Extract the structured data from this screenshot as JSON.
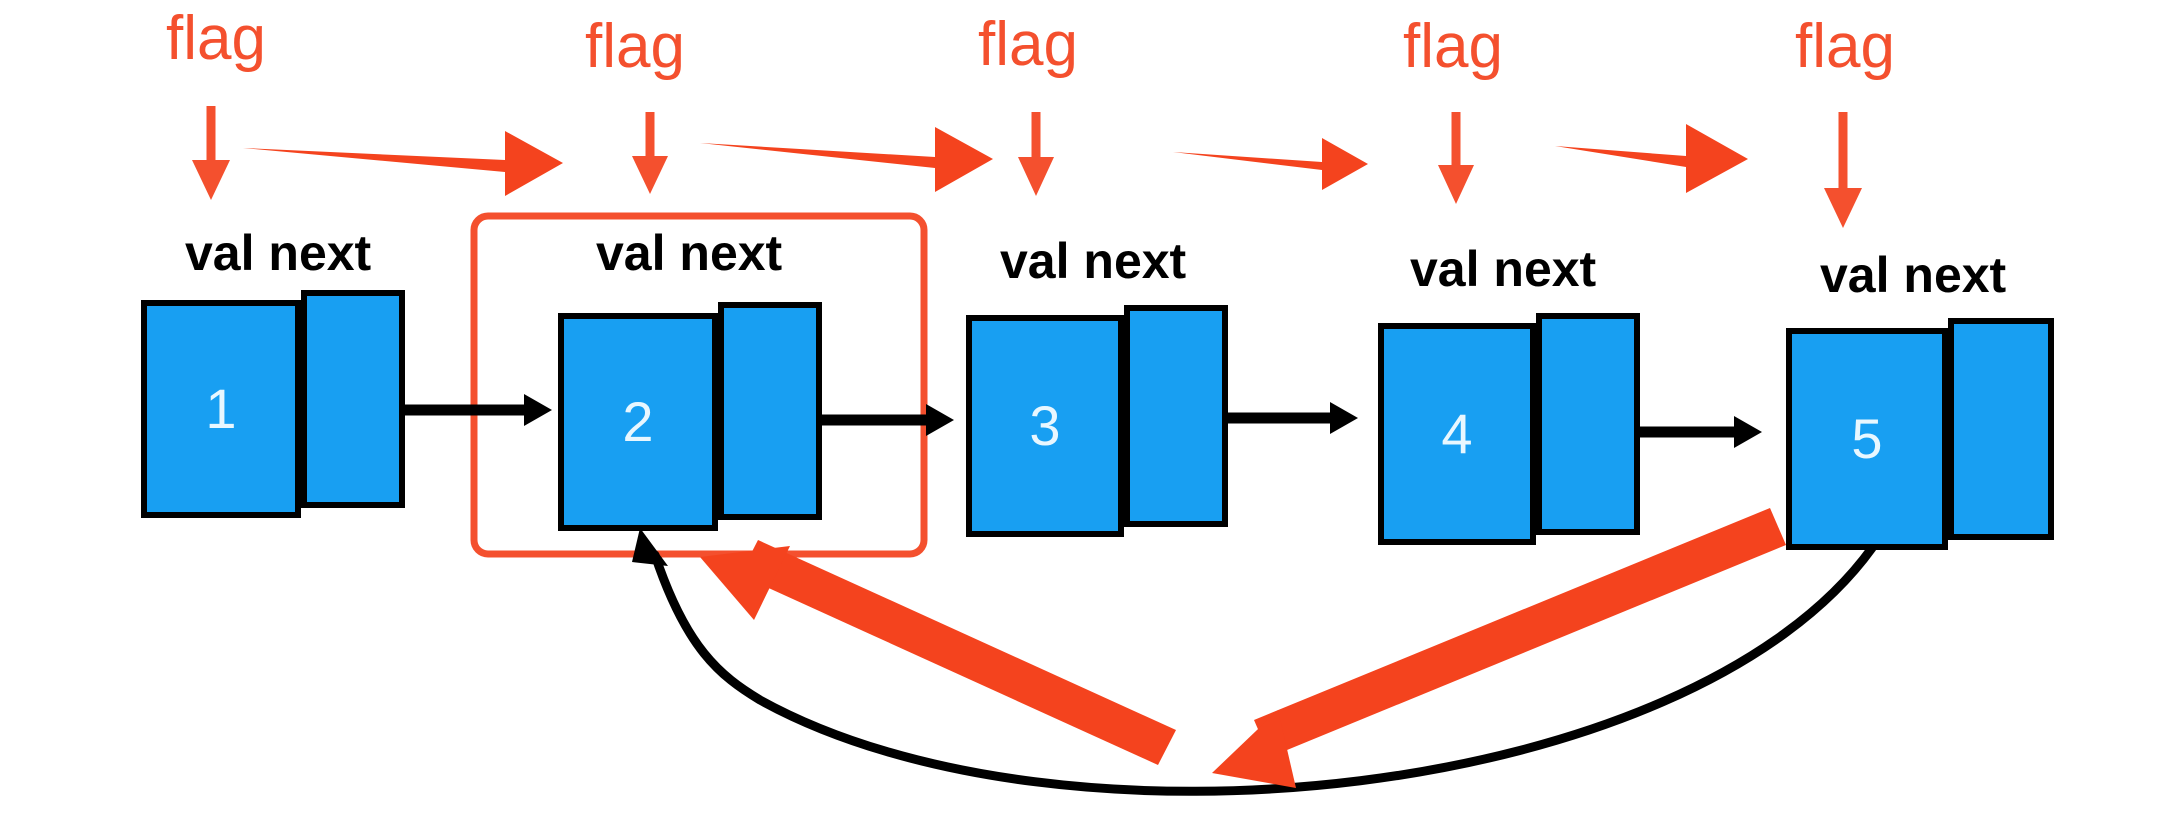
{
  "diagram": {
    "title": "Singly linked list with flag pointers and cycle back-edge",
    "background_color": "#FFFFFF",
    "node_fill_color": "#189FF2",
    "node_border_color": "#000000",
    "value_text_color": "#E8F7FF",
    "flag_text_color": "#F4502E",
    "red_arrow_color": "#F4431E",
    "highlight_box_color": "#F4502E",
    "black_arrow_color": "#000000",
    "field_label": "val next",
    "flag_label": "flag"
  },
  "nodes": [
    {
      "value": "1",
      "flag_label": "flag",
      "field_label": "val next"
    },
    {
      "value": "2",
      "flag_label": "flag",
      "field_label": "val next",
      "highlighted": true
    },
    {
      "value": "3",
      "flag_label": "flag",
      "field_label": "val next"
    },
    {
      "value": "4",
      "flag_label": "flag",
      "field_label": "val next"
    },
    {
      "value": "5",
      "flag_label": "flag",
      "field_label": "val next"
    }
  ],
  "flag_labels": [
    "flag",
    "flag",
    "flag",
    "flag",
    "flag"
  ],
  "field_labels": [
    "val next",
    "val next",
    "val next",
    "val next",
    "val next"
  ],
  "values": [
    "1",
    "2",
    "3",
    "4",
    "5"
  ],
  "annotations": {
    "red_flag_advance_arrows": 4,
    "red_back_arrows": 2,
    "black_next_arrows": 4,
    "black_cycle_edge": 1,
    "highlighted_node_value": "2"
  }
}
